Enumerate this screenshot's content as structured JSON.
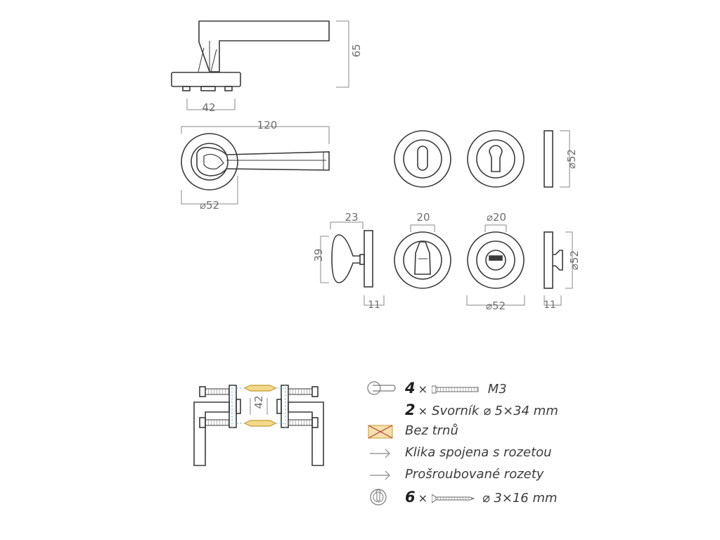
{
  "dimensions": {
    "lever_height": "65",
    "rose_spacing": "42",
    "lever_length": "120",
    "lever_rose_dia": "⌀52",
    "escutcheon_dia": "⌀52",
    "knob_depth": "23",
    "knob_height": "39",
    "knob_rose_thickness": "11",
    "wc_turn_width": "20",
    "wc_indicator_dia": "⌀20",
    "wc_rose_dia": "⌀52",
    "wc_side_thickness": "11",
    "wc_side_dia": "⌀52",
    "assembly_spacing": "42"
  },
  "legend": {
    "row1": {
      "count": "4",
      "times": "×",
      "label": "M3",
      "icon": "lever-rose-icon"
    },
    "row2": {
      "count": "2",
      "times": "×",
      "label": "Svorník ⌀ 5×34 mm"
    },
    "row3": {
      "label": "Bez trnů",
      "icon": "no-spindle-icon"
    },
    "row4": {
      "label": "Klika spojena s rozetou",
      "icon": "arrow-right-icon"
    },
    "row5": {
      "label": "Prošroubované rozety",
      "icon": "arrow-right-icon"
    },
    "row6": {
      "count": "6",
      "times": "×",
      "label": "⌀ 3×16 mm",
      "icon": "keyhole-rose-icon"
    }
  },
  "colors": {
    "line": "#3a3a3a",
    "dim_line": "#8a8a8a",
    "spindle": "#e8c460",
    "accent_blue": "#7fb6d8",
    "cross_red": "#c0392b"
  }
}
